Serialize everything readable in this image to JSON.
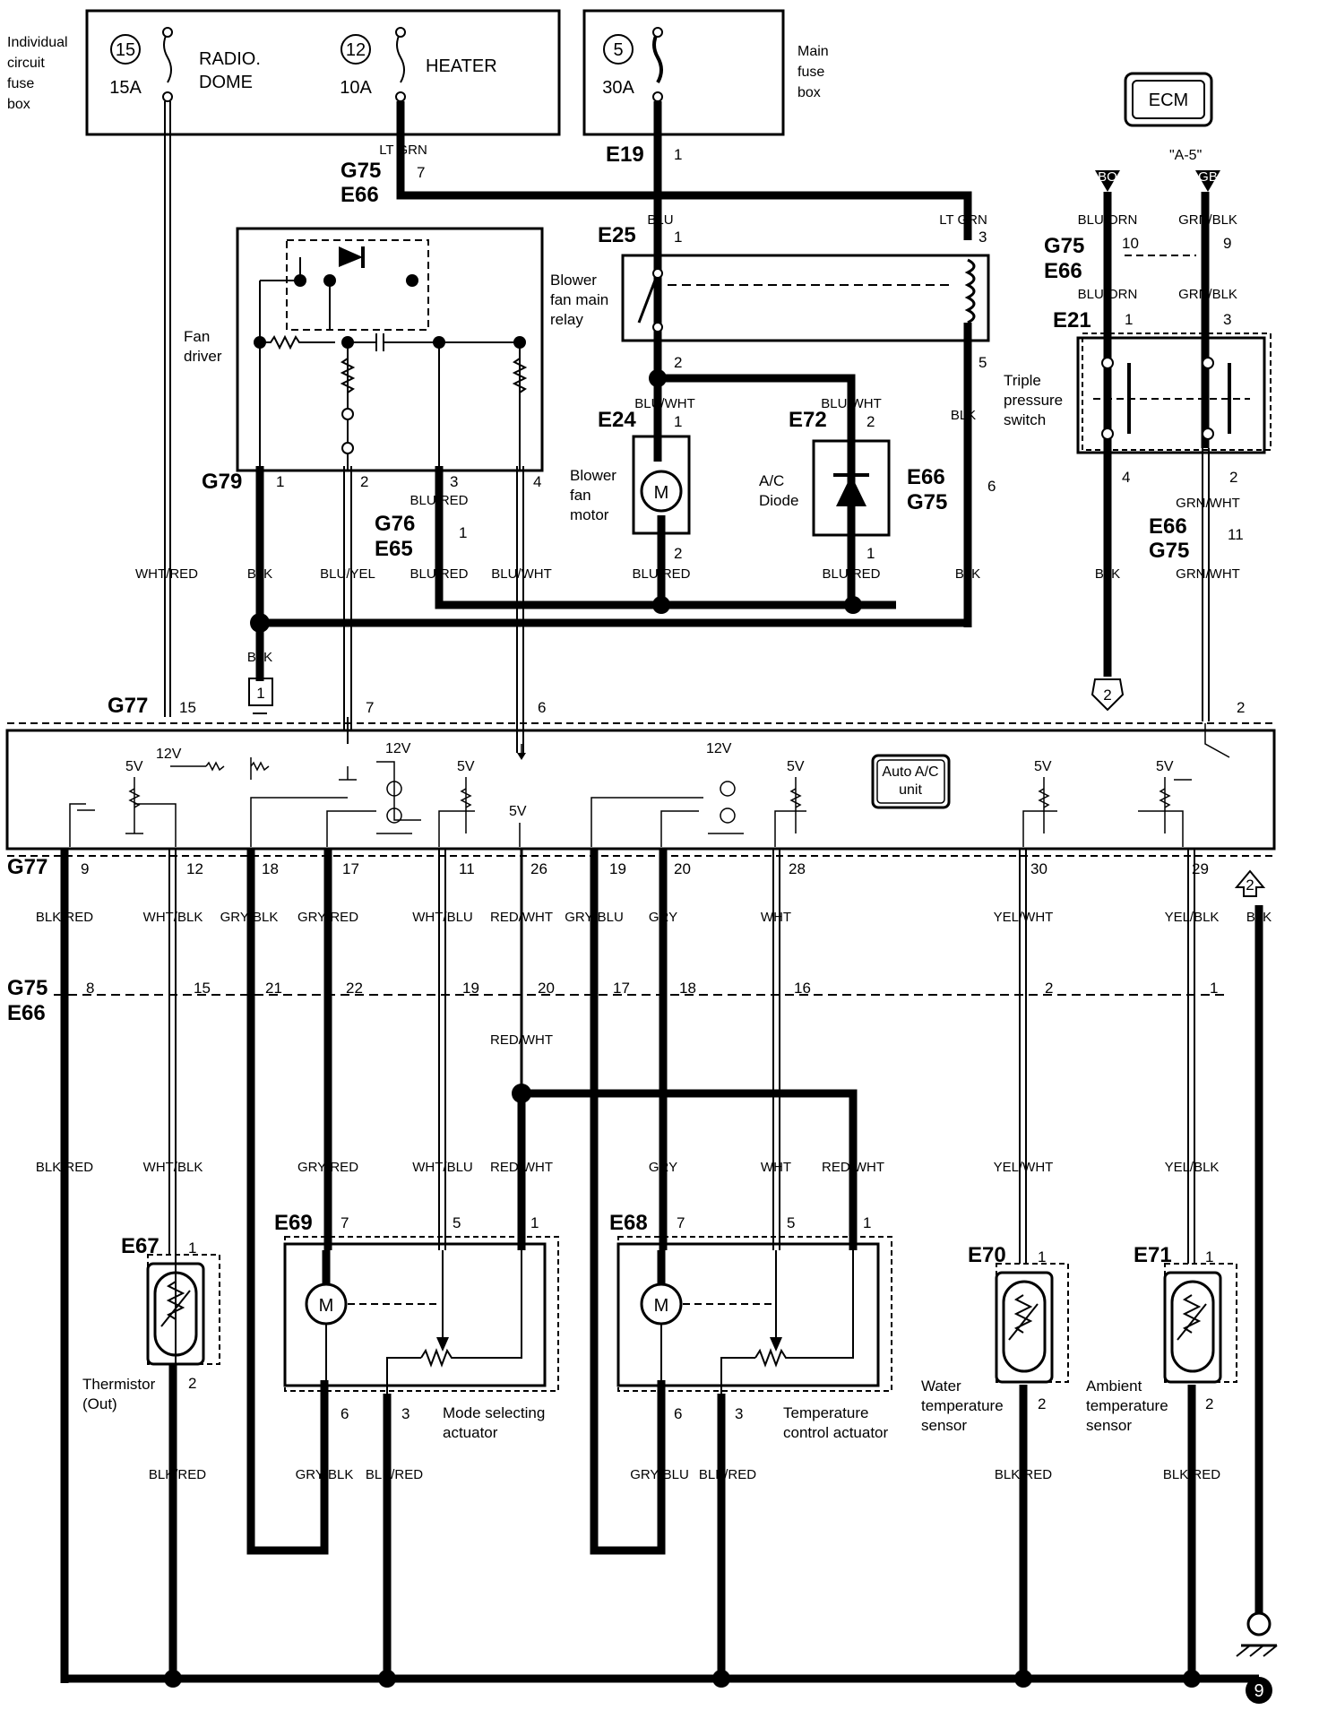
{
  "fuse_boxes": {
    "individual_label": [
      "Individual",
      "circuit",
      "fuse",
      "box"
    ],
    "main_label": [
      "Main",
      "fuse",
      "box"
    ],
    "fuse15": {
      "num": "15",
      "rating": "15A",
      "name1": "RADIO.",
      "name2": "DOME"
    },
    "fuse12": {
      "num": "12",
      "rating": "10A",
      "name1": "HEATER"
    },
    "fuse5": {
      "num": "5",
      "rating": "30A"
    }
  },
  "connectors": {
    "G75": "G75",
    "E66": "E66",
    "E19": "E19",
    "E25": "E25",
    "G79": "G79",
    "G76": "G76",
    "E65": "E65",
    "E24": "E24",
    "E72": "E72",
    "E21": "E21",
    "G77": "G77",
    "E67": "E67",
    "E69": "E69",
    "E68": "E68",
    "E70": "E70",
    "E71": "E71"
  },
  "components": {
    "ecm": "ECM",
    "ecm_ref": "\"A-5\"",
    "ecm_bo": "BO",
    "ecm_gb": "GB",
    "fan_driver": [
      "Fan",
      "driver"
    ],
    "blower_relay": [
      "Blower",
      "fan main",
      "relay"
    ],
    "blower_motor": [
      "Blower",
      "fan",
      "motor"
    ],
    "ac_diode": [
      "A/C",
      "Diode"
    ],
    "triple_switch": [
      "Triple",
      "pressure",
      "switch"
    ],
    "auto_ac": [
      "Auto A/C",
      "unit"
    ],
    "thermistor": [
      "Thermistor",
      "(Out)"
    ],
    "mode_actuator": [
      "Mode selecting",
      "actuator"
    ],
    "temp_actuator": [
      "Temperature",
      "control actuator"
    ],
    "water_sensor": [
      "Water",
      "temperature",
      "sensor"
    ],
    "ambient_sensor": [
      "Ambient",
      "temperature",
      "sensor"
    ],
    "motor": "M",
    "v12": "12V",
    "v5": "5V",
    "ground_num": "9",
    "ref2": "2",
    "ref1": "1"
  },
  "wires": {
    "lt_grn": "LT GRN",
    "blu": "BLU",
    "lt_grn2": "LT GRN",
    "blu_orn": "BLU/ORN",
    "grn_blk": "GRN/BLK",
    "blu_wht": "BLU/WHT",
    "blk": "BLK",
    "wht_red": "WHT/RED",
    "blu_yel": "BLU/YEL",
    "blu_red": "BLU/RED",
    "grn_wht": "GRN/WHT",
    "blk_red": "BLK/RED",
    "wht_blk": "WHT/BLK",
    "gry_blk": "GRY/BLK",
    "gry_red": "GRY/RED",
    "wht_blu": "WHT/BLU",
    "red_wht": "RED/WHT",
    "gry_blu": "GRY/BLU",
    "gry": "GRY",
    "wht": "WHT",
    "yel_wht": "YEL/WHT",
    "yel_blk": "YEL/BLK"
  },
  "pins": {
    "p1": "1",
    "p2": "2",
    "p3": "3",
    "p4": "4",
    "p5": "5",
    "p6": "6",
    "p7": "7",
    "p8": "8",
    "p9": "9",
    "p10": "10",
    "p11": "11",
    "p12": "12",
    "p15": "15",
    "p16": "16",
    "p17": "17",
    "p18": "18",
    "p19": "19",
    "p20": "20",
    "p21": "21",
    "p22": "22",
    "p26": "26",
    "p28": "28",
    "p29": "29",
    "p30": "30"
  }
}
